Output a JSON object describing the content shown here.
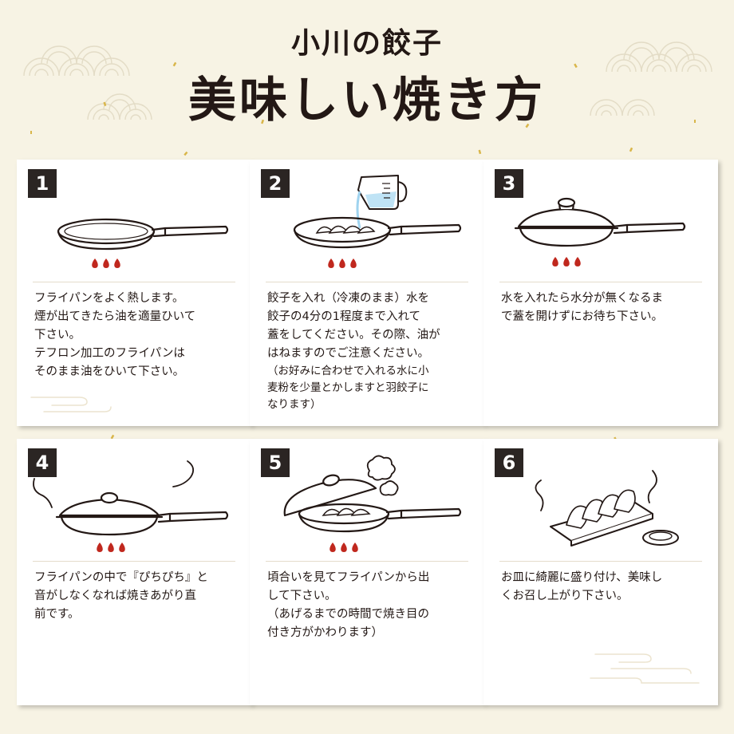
{
  "title": {
    "small": "小川の餃子",
    "big": "美味しい焼き方"
  },
  "colors": {
    "background": "#f7f3e4",
    "badge": "#2b2523",
    "flame": "#c0281e",
    "water": "#9fd3ef",
    "gold": "#d9b64a"
  },
  "steps": [
    {
      "number": "1",
      "illustration": "frying-pan-flame-icon",
      "lines": [
        "フライパンをよく熱します。",
        "煙が出てきたら油を適量ひいて",
        "下さい。",
        "テフロン加工のフライパンは",
        "そのまま油をひいて下さい。"
      ]
    },
    {
      "number": "2",
      "illustration": "pan-with-water-jug-icon",
      "lines": [
        "餃子を入れ（冷凍のまま）水を",
        "餃子の4分の1程度まで入れて",
        "蓋をしてください。その際、油が",
        "はねますのでご注意ください。"
      ],
      "note": [
        "（お好みに合わせで入れる水に小",
        "麦粉を少量とかしますと羽餃子に",
        "なります）"
      ]
    },
    {
      "number": "3",
      "illustration": "covered-pan-icon",
      "lines": [
        "水を入れたら水分が無くなるま",
        "で蓋を開けずにお待ち下さい。"
      ]
    },
    {
      "number": "4",
      "illustration": "sizzling-covered-pan-icon",
      "lines": [
        "フライパンの中で『ぴちぴち』と",
        "音がしなくなれば焼きあがり直",
        "前です。"
      ]
    },
    {
      "number": "5",
      "illustration": "lid-lifted-steam-icon",
      "lines": [
        "頃合いを見てフライパンから出",
        "して下さい。",
        "（あげるまでの時間で焼き目の",
        "付き方がかわります）"
      ]
    },
    {
      "number": "6",
      "illustration": "gyoza-plate-icon",
      "lines": [
        "お皿に綺麗に盛り付け、美味し",
        "くお召し上がり下さい。"
      ]
    }
  ]
}
